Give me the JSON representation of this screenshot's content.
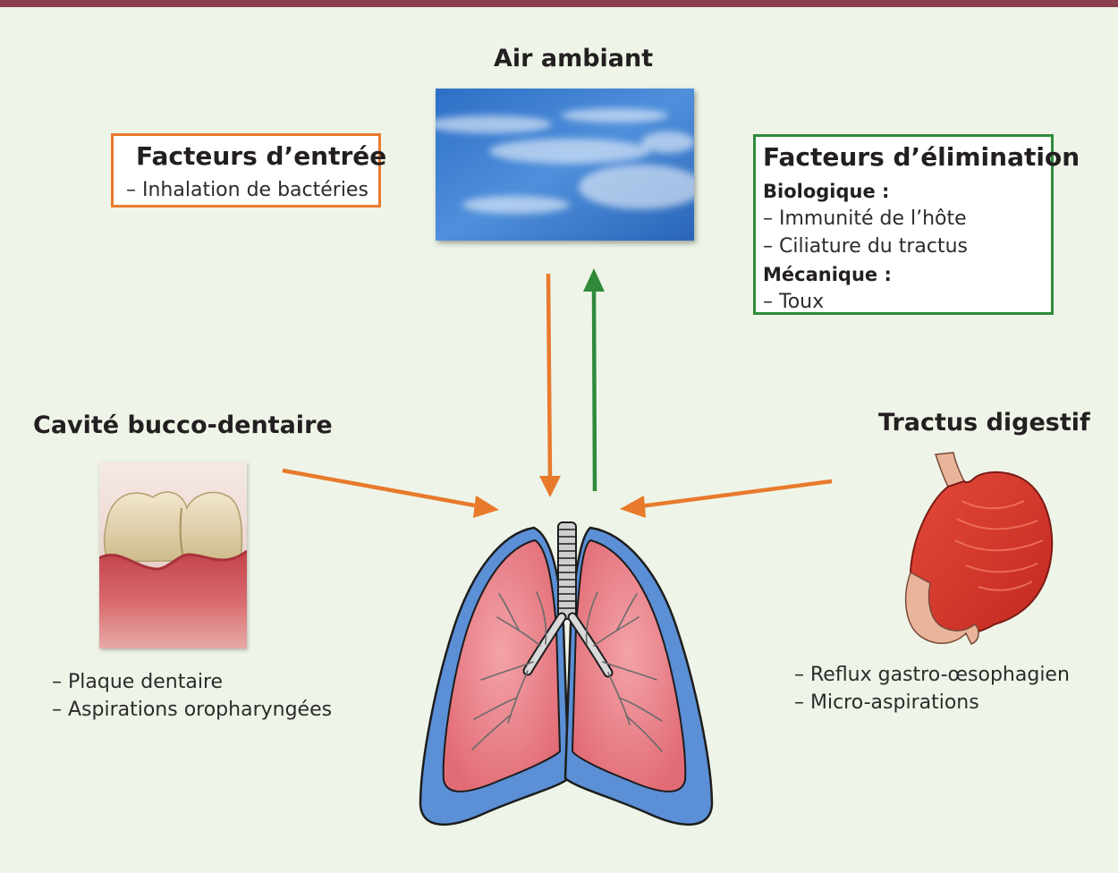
{
  "air": {
    "title": "Air ambiant"
  },
  "entry": {
    "title": "Facteurs d’entrée",
    "items": [
      "– Inhalation de bactéries"
    ]
  },
  "elimination": {
    "title": "Facteurs d’élimination",
    "bio_label": "Biologique :",
    "bio_items": [
      "– Immunité de l’hôte",
      "– Ciliature du tractus"
    ],
    "mech_label": "Mécanique :",
    "mech_items": [
      "– Toux"
    ]
  },
  "oral": {
    "title": "Cavité bucco-dentaire",
    "items": [
      "– Plaque dentaire",
      "– Aspirations oropharyngées"
    ]
  },
  "digestive": {
    "title": "Tractus digestif",
    "items": [
      "– Reflux gastro-œsophagien",
      "– Micro-aspirations"
    ]
  },
  "colors": {
    "entry_arrow": "#e87a2c",
    "elimination_arrow": "#2f8a3a",
    "lung": "#e8757f",
    "pleura": "#5b8fd6",
    "stomach": "#d63a2f",
    "sky": "#3a7fd0",
    "gums": "#c84a4f",
    "top_bar": "#8b3f4e"
  },
  "icons": [
    "cloud-sky-image",
    "teeth-gums-image",
    "lungs-illustration",
    "stomach-illustration"
  ]
}
